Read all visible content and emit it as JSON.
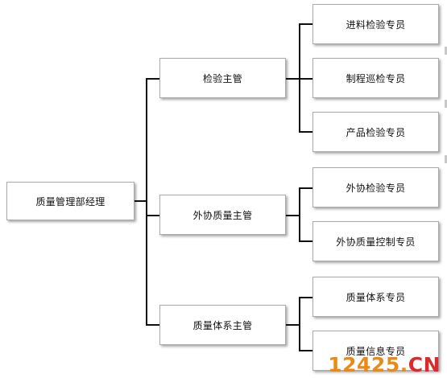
{
  "org_chart": {
    "root": {
      "label": "质量管理部经理"
    },
    "managers": [
      {
        "label": "检验主管",
        "specialists": [
          {
            "label": "进料检验专员"
          },
          {
            "label": "制程巡检专员"
          },
          {
            "label": "产品检验专员"
          }
        ]
      },
      {
        "label": "外协质量主管",
        "specialists": [
          {
            "label": "外协检验专员"
          },
          {
            "label": "外协质量控制专员"
          }
        ]
      },
      {
        "label": "质量体系主管",
        "specialists": [
          {
            "label": "质量体系专员"
          },
          {
            "label": "质量信息专员"
          }
        ]
      }
    ]
  },
  "watermark": {
    "number": "12425",
    "dot": ".",
    "tld": "CN"
  }
}
